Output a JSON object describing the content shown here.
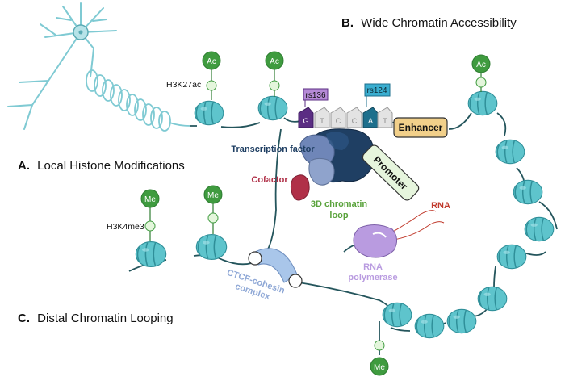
{
  "sections": {
    "a": {
      "letter": "A.",
      "title": "Local Histone Modifications"
    },
    "b": {
      "letter": "B.",
      "title": "Wide Chromatin Accessibility"
    },
    "c": {
      "letter": "C.",
      "title": "Distal Chromatin Looping"
    }
  },
  "marks": {
    "acetyl": "Ac",
    "methyl": "Me"
  },
  "histone_labels": {
    "h3k27ac": "H3K27ac",
    "h3k4me3": "H3K4me3"
  },
  "variants": {
    "rs136": "rs136",
    "rs124": "rs124"
  },
  "dna_bases": [
    "G",
    "T",
    "C",
    "C",
    "A",
    "T"
  ],
  "labels": {
    "transcription_factor": "Transcription factor",
    "cofactor": "Cofactor",
    "enhancer": "Enhancer",
    "promoter": "Promoter",
    "loop_line1": "3D chromatin",
    "loop_line2": "loop",
    "rna": "RNA",
    "polymerase_line1": "RNA",
    "polymerase_line2": "polymerase",
    "ctcf_line1": "CTCF-cohesin",
    "ctcf_line2": "complex"
  },
  "colors": {
    "nucleosome": "#5ec4cc",
    "nucleosome_dark": "#2f8f99",
    "dna": "#24555c",
    "mark_green": "#3f9b3f",
    "neuron": "#7fcad3",
    "transcription_factor": "#1f3f63",
    "cofactor": "#b03048",
    "enhancer": "#f2d08a",
    "promoter": "#e6f5dd",
    "loop_label": "#5aa33c",
    "rna": "#c0392b",
    "polymerase": "#b99be0",
    "ctcf": "#a9c6ea",
    "rs136_box": "#b58ad6",
    "rs124_box": "#3aaed0"
  }
}
